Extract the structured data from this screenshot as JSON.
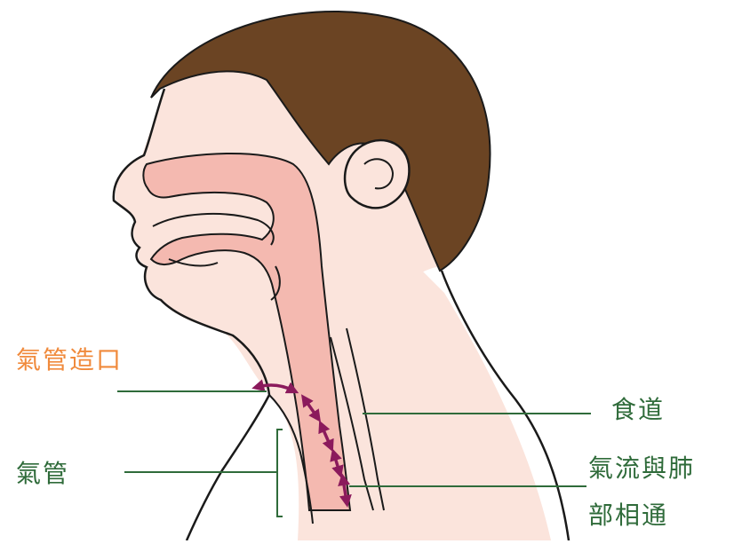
{
  "labels": {
    "stoma": "氣管造口",
    "trachea": "氣管",
    "esophagus": "食道",
    "airflow_line1": "氣流與肺",
    "airflow_line2": "部相通"
  },
  "colors": {
    "hair": "#6b4423",
    "skin": "#fbe4dc",
    "airway": "#f4b9b0",
    "outline": "#1a1a1a",
    "leader_lines": "#2f6b3a",
    "stoma_label": "#f08a3c",
    "airflow_arrows": "#8b1a5c"
  }
}
